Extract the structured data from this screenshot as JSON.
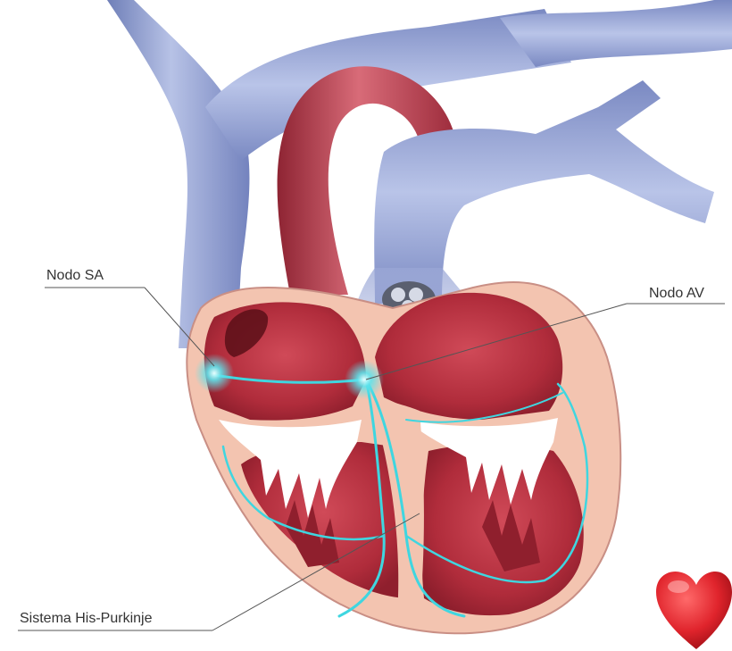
{
  "diagram": {
    "labels": {
      "sa_node": "Nodo SA",
      "av_node": "Nodo AV",
      "his_purkinje": "Sistema His-Purkinje"
    }
  },
  "colors": {
    "vein_blue": "#8e9ccf",
    "aorta_red": "#b23a48",
    "myocardium_red": "#b8323f",
    "pericardium_pink": "#f3c4b0",
    "conduction_cyan": "#3fd6e0",
    "valve_white": "#ffffff",
    "leader_line": "#555555",
    "heart_icon_red": "#e0242c"
  },
  "icons": {
    "corner": "heart-icon"
  }
}
